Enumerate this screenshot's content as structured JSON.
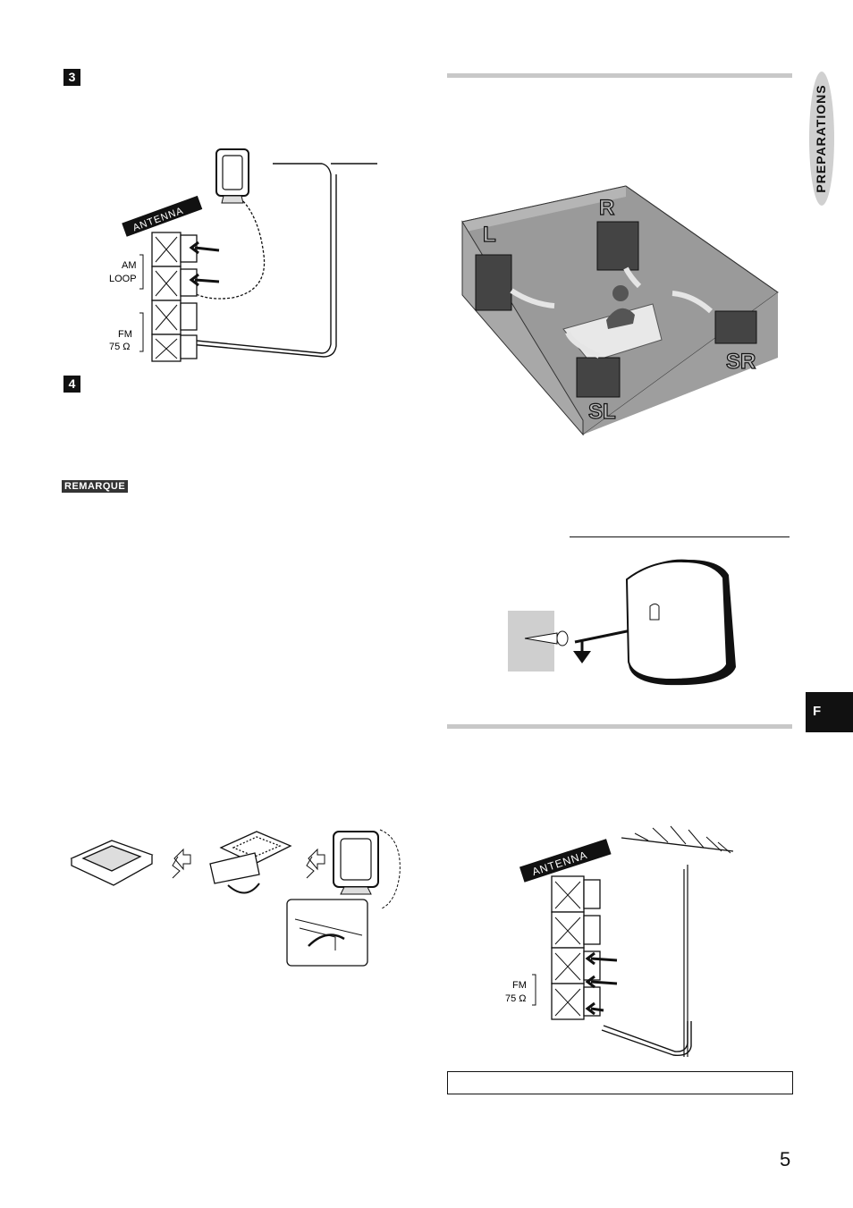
{
  "steps": {
    "step3": "3",
    "step4": "4"
  },
  "note_badge": "REMARQUE",
  "side_section": "PREPARATIONS",
  "language_tab": "F",
  "page_number": "5",
  "antenna_diagram_top": {
    "header": "ANTENNA",
    "am_label_line1": "AM",
    "am_label_line2": "LOOP",
    "fm_label_line1": "FM",
    "fm_label_line2": "75 Ω"
  },
  "speaker_room": {
    "labels": [
      "L",
      "R",
      "SL",
      "SR"
    ]
  },
  "antenna_diagram_bottom": {
    "header": "ANTENNA",
    "fm_label_line1": "FM",
    "fm_label_line2": "75 Ω"
  },
  "colors": {
    "black": "#111111",
    "rule_gray": "#c8c8c8",
    "oval_gray": "#d0d0d0"
  }
}
